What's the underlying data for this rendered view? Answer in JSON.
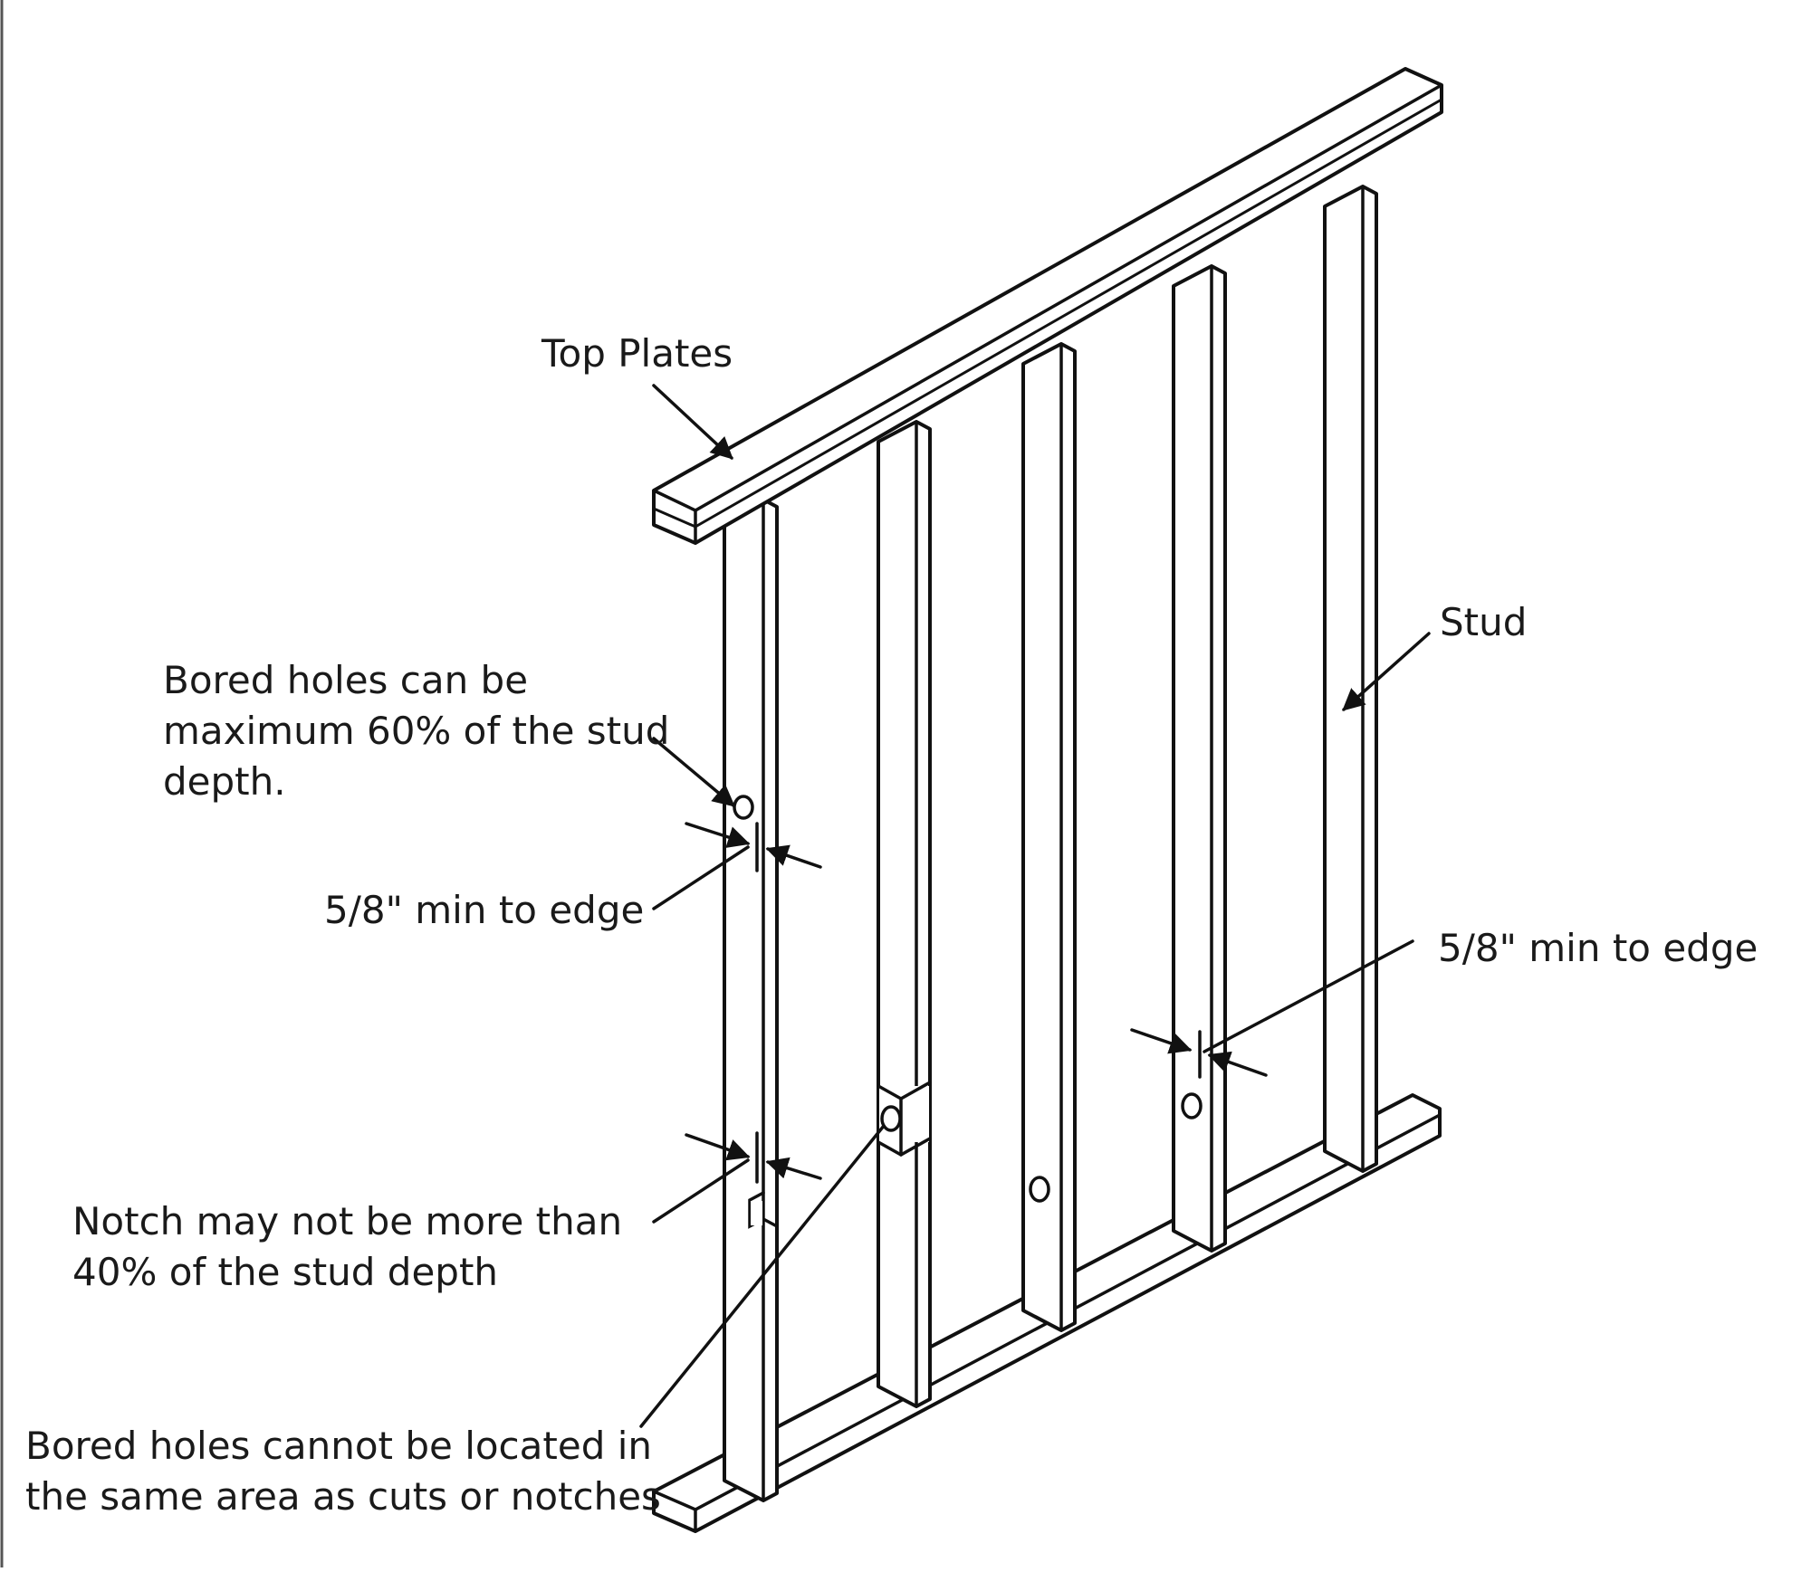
{
  "labels": {
    "top_plates": "Top Plates",
    "stud": "Stud",
    "bored_60_line1": "Bored holes can be",
    "bored_60_line2": "maximum 60% of the stud",
    "bored_60_line3": "depth.",
    "edge_left": "5/8\" min to edge",
    "edge_right": "5/8\" min to edge",
    "notch_line1": "Notch may not be more than",
    "notch_line2": "40% of the stud depth",
    "bored_cuts_line1": "Bored holes cannot be located in",
    "bored_cuts_line2": "the same area as cuts or notches"
  }
}
